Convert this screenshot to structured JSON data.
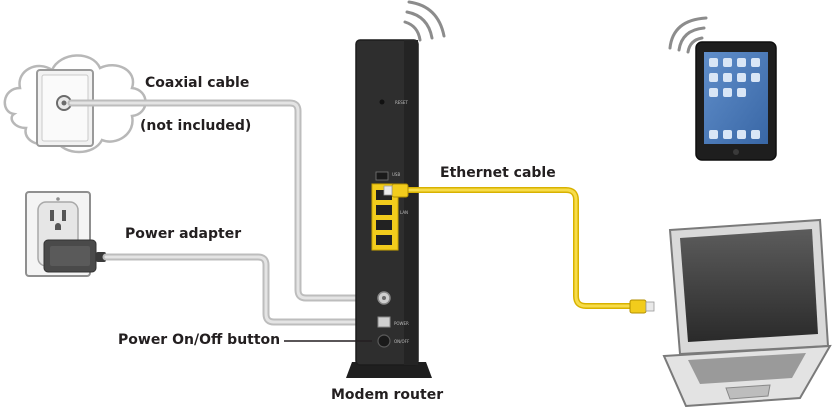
{
  "labels": {
    "coax": "Coaxial cable",
    "not_included": "(not included)",
    "ethernet": "Ethernet cable",
    "power_adapter": "Power adapter",
    "power_button": "Power On/Off button",
    "modem": "Modem router"
  },
  "device_markings": {
    "reset": "RESET",
    "usb": "USB",
    "lan": "LAN",
    "power_on_off": "ON/OFF",
    "power_in": "POWER"
  },
  "colors": {
    "ethernet_cable": "#f2cc1c",
    "gray_cable": "#c8c8c8",
    "device_body": "#2e2e2e",
    "cloud_outline": "#b8b8b8",
    "text": "#231f20"
  },
  "icons": [
    "cloud-icon",
    "wall-coax-outlet-icon",
    "wall-power-outlet-icon",
    "power-adapter-icon",
    "wifi-signal-icon",
    "tablet-icon",
    "laptop-icon",
    "modem-router-icon",
    "ethernet-plug-icon"
  ]
}
